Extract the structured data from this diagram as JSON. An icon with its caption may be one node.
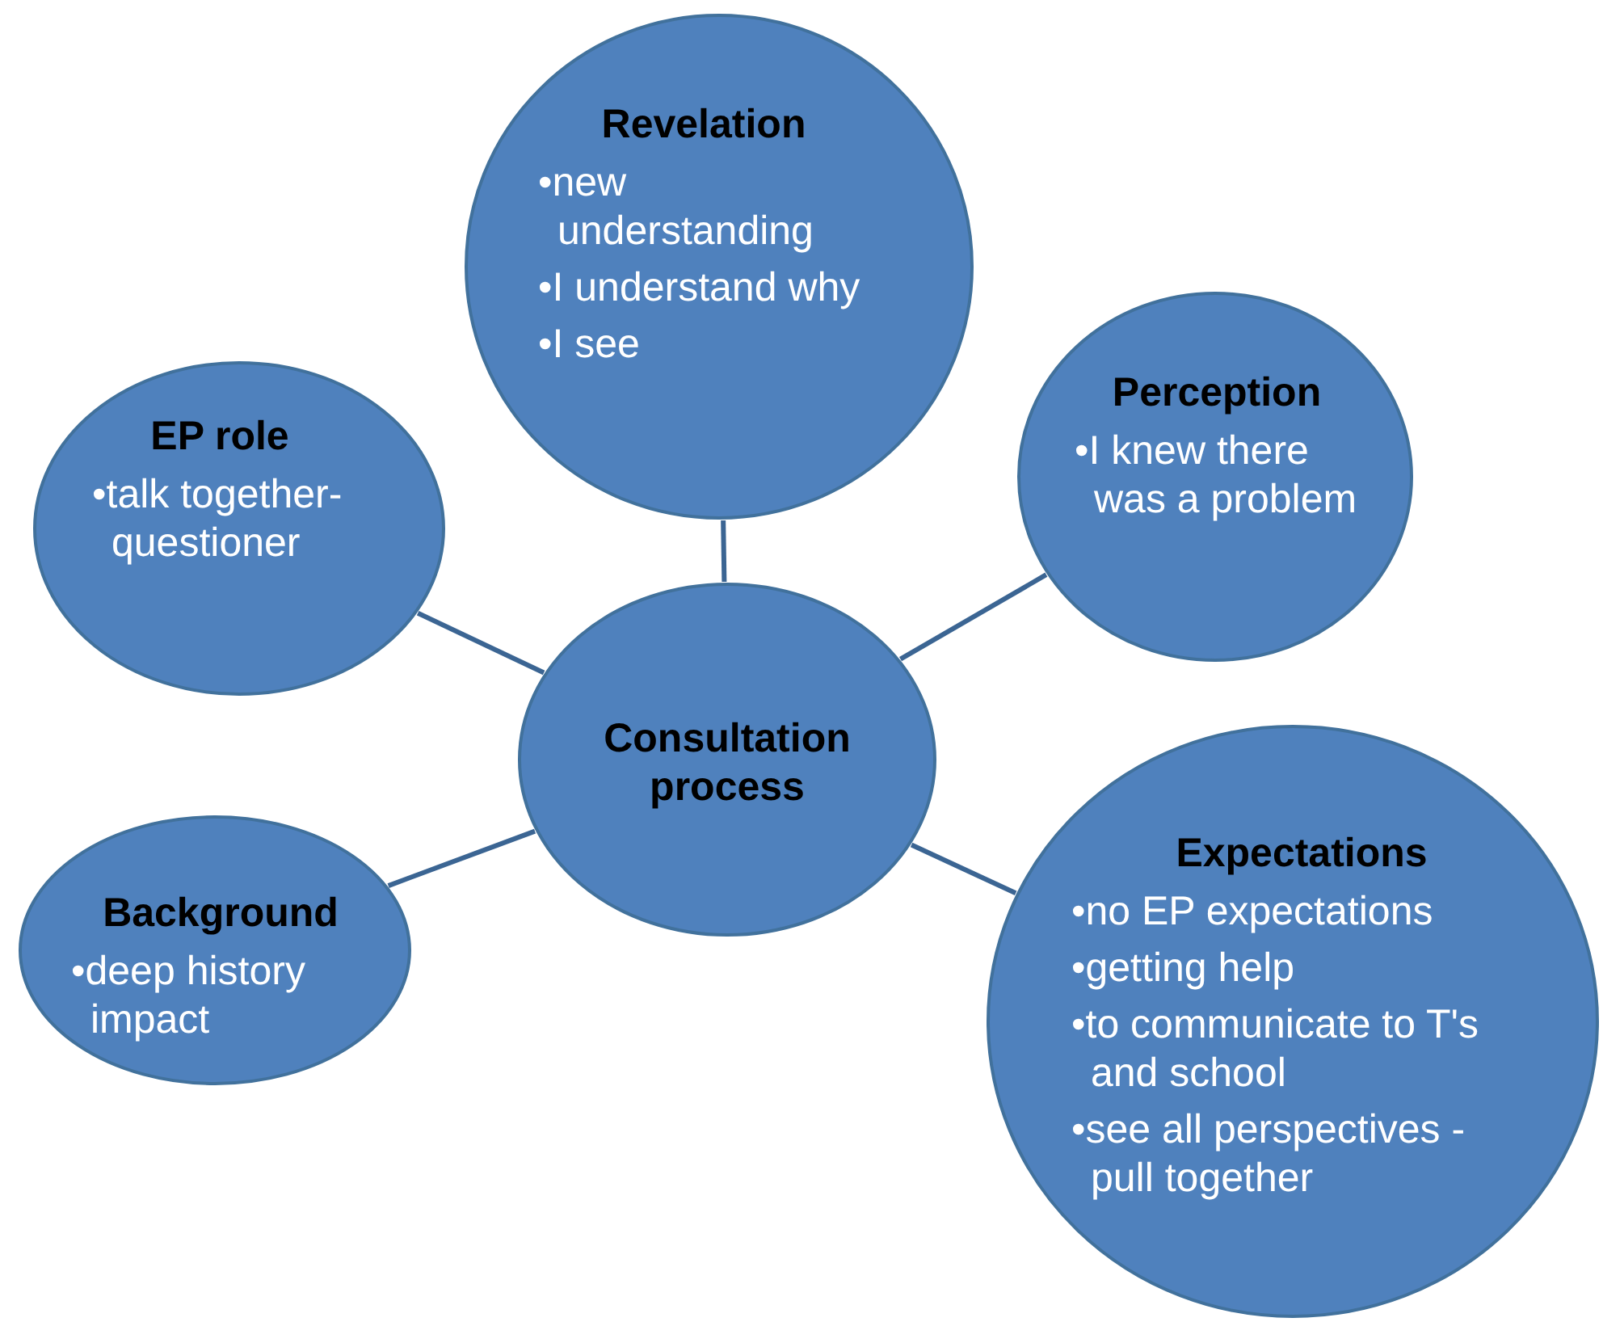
{
  "diagram": {
    "nodes": [
      {
        "text": [
          "Revelation",
          "•new understanding",
          "•I understand why",
          "•I see"
        ]
      },
      {
        "text": [
          "Perception",
          "•I knew there was a problem"
        ]
      },
      {
        "text": [
          "EP role",
          "•talk together-questioner"
        ]
      },
      {
        "text": [
          "Consultation process"
        ]
      },
      {
        "text": [
          "Expectations",
          "•no EP expectations",
          "•getting help",
          "•to communicate to T's and school",
          "•see all perspectives - pull together"
        ]
      },
      {
        "text": [
          "Background",
          "•deep history impact"
        ]
      }
    ],
    "edges": [
      {
        "from": 3,
        "to": 0,
        "arrow": "none"
      },
      {
        "from": 3,
        "to": 1,
        "arrow": "none"
      },
      {
        "from": 3,
        "to": 2,
        "arrow": "none"
      },
      {
        "from": 3,
        "to": 4,
        "arrow": "none"
      },
      {
        "from": 3,
        "to": 5,
        "arrow": "none"
      }
    ]
  }
}
